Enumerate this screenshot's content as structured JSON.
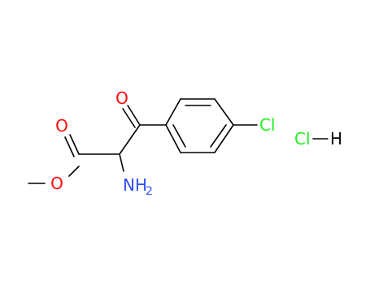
{
  "molecule": {
    "atoms": {
      "carbonyl_oxygen": "O",
      "ester_carbonyl_oxygen": "O",
      "ester_ether_oxygen": "O",
      "amine_nitrogen": "NH",
      "amine_subscript": "2",
      "chlorine": "Cl"
    },
    "salt": {
      "chlorine": "Cl",
      "hydrogen": "H"
    }
  },
  "colors": {
    "bond": "#000000",
    "oxygen": "#ff0d0d",
    "nitrogen": "#3050f8",
    "chlorine": "#1ff01f"
  }
}
